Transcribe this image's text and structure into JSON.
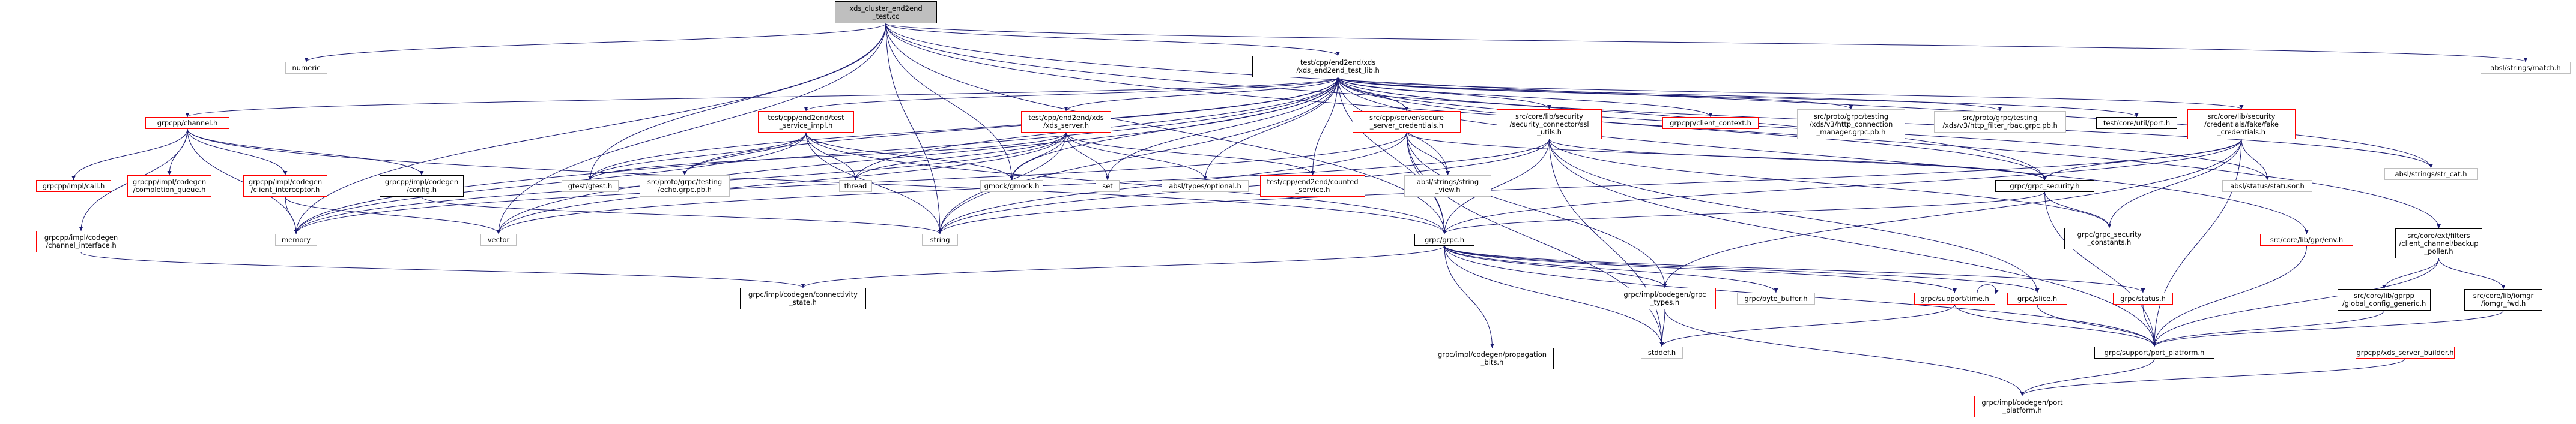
{
  "colors": {
    "edge": "#191970",
    "edge_gray": "#7a7a7a",
    "node_border": "#000000",
    "node_red": "#ff0000",
    "node_gray": "#bfbfbf",
    "root_fill": "#bfbfbf"
  },
  "root": {
    "lines": [
      "xds_cluster_end2end",
      "_test.cc"
    ]
  },
  "nodes": {
    "numeric": {
      "lines": [
        "numeric"
      ],
      "style": "gray"
    },
    "xds_test_lib": {
      "lines": [
        "test/cpp/end2end/xds",
        "/xds_end2end_test_lib.h"
      ],
      "style": "black"
    },
    "absl_match": {
      "lines": [
        "absl/strings/match.h"
      ],
      "style": "gray"
    },
    "channel_h": {
      "lines": [
        "grpcpp/channel.h"
      ],
      "style": "red"
    },
    "test_service_impl": {
      "lines": [
        "test/cpp/end2end/test",
        "_service_impl.h"
      ],
      "style": "red"
    },
    "xds_server": {
      "lines": [
        "test/cpp/end2end/xds",
        "/xds_server.h"
      ],
      "style": "red"
    },
    "secure_server_creds": {
      "lines": [
        "src/cpp/server/secure",
        "_server_credentials.h"
      ],
      "style": "red"
    },
    "security_connector": {
      "lines": [
        "src/core/lib/security",
        "/security_connector/ssl",
        "_utils.h"
      ],
      "style": "red"
    },
    "client_context": {
      "lines": [
        "grpcpp/client_context.h"
      ],
      "style": "red"
    },
    "http_connection_manager": {
      "lines": [
        "src/proto/grpc/testing",
        "/xds/v3/http_connection",
        "_manager.grpc.pb.h"
      ],
      "style": "gray"
    },
    "http_filter_rbac": {
      "lines": [
        "src/proto/grpc/testing",
        "/xds/v3/http_filter_rbac.grpc.pb.h"
      ],
      "style": "gray"
    },
    "test_port": {
      "lines": [
        "test/core/util/port.h"
      ],
      "style": "black"
    },
    "fake_credentials": {
      "lines": [
        "src/core/lib/security",
        "/credentials/fake/fake",
        "_credentials.h"
      ],
      "style": "red"
    },
    "str_cat": {
      "lines": [
        "absl/strings/str_cat.h"
      ],
      "style": "gray"
    },
    "backup_poller": {
      "lines": [
        "src/core/ext/filters",
        "/client_channel/backup",
        "_poller.h"
      ],
      "style": "black"
    },
    "impl_call": {
      "lines": [
        "grpcpp/impl/call.h"
      ],
      "style": "red"
    },
    "completion_queue": {
      "lines": [
        "grpcpp/impl/codegen",
        "/completion_queue.h"
      ],
      "style": "red"
    },
    "client_interceptor": {
      "lines": [
        "grpcpp/impl/codegen",
        "/client_interceptor.h"
      ],
      "style": "red"
    },
    "config_h": {
      "lines": [
        "grpcpp/impl/codegen",
        "/config.h"
      ],
      "style": "black"
    },
    "gtest": {
      "lines": [
        "gtest/gtest.h"
      ],
      "style": "gray"
    },
    "echo_grpc_pb": {
      "lines": [
        "src/proto/grpc/testing",
        "/echo.grpc.pb.h"
      ],
      "style": "gray"
    },
    "thread": {
      "lines": [
        "thread"
      ],
      "style": "gray"
    },
    "gmock": {
      "lines": [
        "gmock/gmock.h"
      ],
      "style": "gray"
    },
    "set": {
      "lines": [
        "set"
      ],
      "style": "gray"
    },
    "absl_optional": {
      "lines": [
        "absl/types/optional.h"
      ],
      "style": "gray"
    },
    "counted_service": {
      "lines": [
        "test/cpp/end2end/counted",
        "_service.h"
      ],
      "style": "red"
    },
    "string_view": {
      "lines": [
        "absl/strings/string",
        "_view.h"
      ],
      "style": "gray"
    },
    "grpc_security_h": {
      "lines": [
        "grpc/grpc_security.h"
      ],
      "style": "black"
    },
    "statusor": {
      "lines": [
        "absl/status/statusor.h"
      ],
      "style": "gray"
    },
    "grpc_security_constants": {
      "lines": [
        "grpc/grpc_security",
        "_constants.h"
      ],
      "style": "black"
    },
    "channel_interface": {
      "lines": [
        "grpcpp/impl/codegen",
        "/channel_interface.h"
      ],
      "style": "red"
    },
    "memory": {
      "lines": [
        "memory"
      ],
      "style": "gray"
    },
    "vector": {
      "lines": [
        "vector"
      ],
      "style": "gray"
    },
    "string": {
      "lines": [
        "string"
      ],
      "style": "gray"
    },
    "grpc_h": {
      "lines": [
        "grpc/grpc.h"
      ],
      "style": "black"
    },
    "gprenv": {
      "lines": [
        "src/core/lib/gpr/env.h"
      ],
      "style": "red"
    },
    "connectivity_state": {
      "lines": [
        "grpc/impl/codegen/connectivity",
        "_state.h"
      ],
      "style": "black"
    },
    "grpc_types": {
      "lines": [
        "grpc/impl/codegen/grpc",
        "_types.h"
      ],
      "style": "red"
    },
    "byte_buffer": {
      "lines": [
        "grpc/byte_buffer.h"
      ],
      "style": "gray"
    },
    "support_time": {
      "lines": [
        "grpc/support/time.h"
      ],
      "style": "red"
    },
    "slice_h": {
      "lines": [
        "grpc/slice.h"
      ],
      "style": "red"
    },
    "status_h": {
      "lines": [
        "grpc/status.h"
      ],
      "style": "red"
    },
    "global_config": {
      "lines": [
        "src/core/lib/gprpp",
        "/global_config_generic.h"
      ],
      "style": "black"
    },
    "iomgr_fwd": {
      "lines": [
        "src/core/lib/iomgr",
        "/iomgr_fwd.h"
      ],
      "style": "black"
    },
    "stddef": {
      "lines": [
        "stddef.h"
      ],
      "style": "gray"
    },
    "port_platform": {
      "lines": [
        "grpc/support/port_platform.h"
      ],
      "style": "black"
    },
    "propagation_bits": {
      "lines": [
        "grpc/impl/codegen/propagation",
        "_bits.h"
      ],
      "style": "black"
    },
    "xds_server_builder": {
      "lines": [
        "grpcpp/xds_server_builder.h"
      ],
      "style": "red"
    },
    "codegen_port_platform": {
      "lines": [
        "grpc/impl/codegen/port",
        "_platform.h"
      ],
      "style": "red"
    }
  }
}
